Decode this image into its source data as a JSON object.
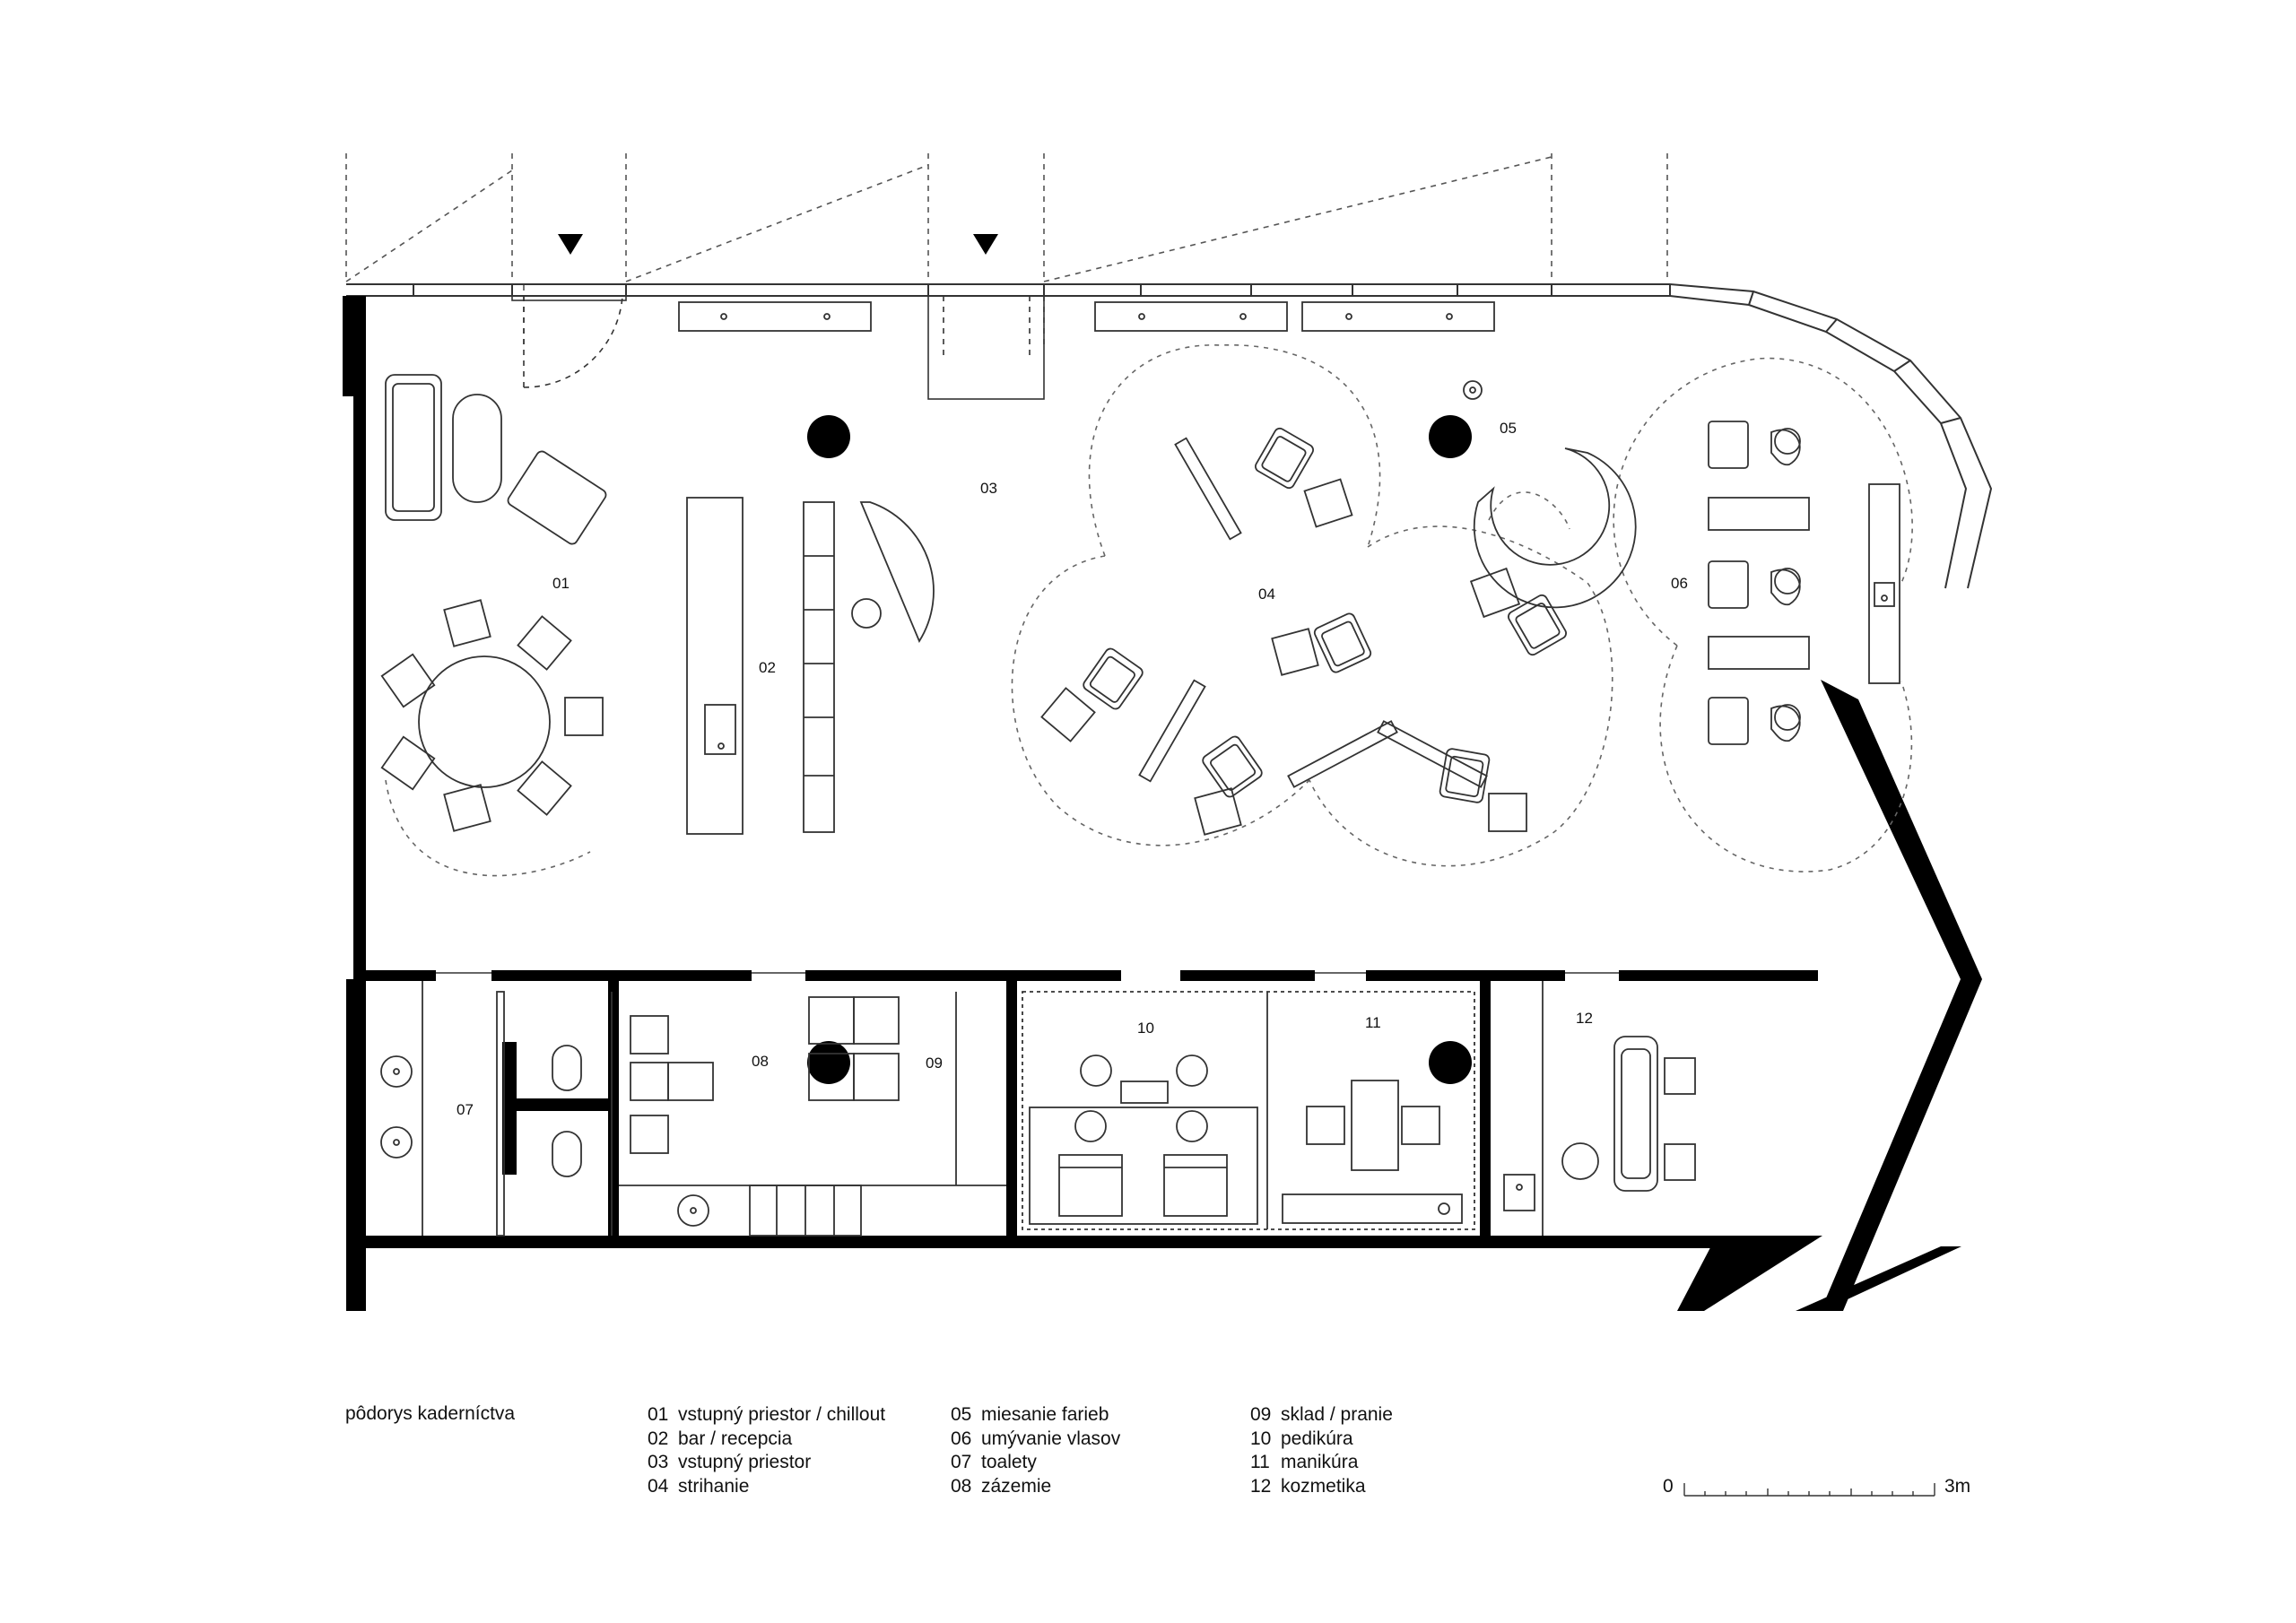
{
  "title": "pôdorys kaderníctva",
  "rooms": [
    {
      "num": "01",
      "name": "vstupný priestor / chillout"
    },
    {
      "num": "02",
      "name": "bar / recepcia"
    },
    {
      "num": "03",
      "name": "vstupný priestor"
    },
    {
      "num": "04",
      "name": "strihanie"
    },
    {
      "num": "05",
      "name": "miesanie farieb"
    },
    {
      "num": "06",
      "name": "umývanie vlasov"
    },
    {
      "num": "07",
      "name": "toalety"
    },
    {
      "num": "08",
      "name": "zázemie"
    },
    {
      "num": "09",
      "name": "sklad / pranie"
    },
    {
      "num": "10",
      "name": "pedikúra"
    },
    {
      "num": "11",
      "name": "manikúra"
    },
    {
      "num": "12",
      "name": "kozmetika"
    }
  ],
  "scale": {
    "start": "0",
    "end": "3m"
  },
  "colors": {
    "wall": "#000000",
    "line": "#333333",
    "background": "#ffffff"
  }
}
